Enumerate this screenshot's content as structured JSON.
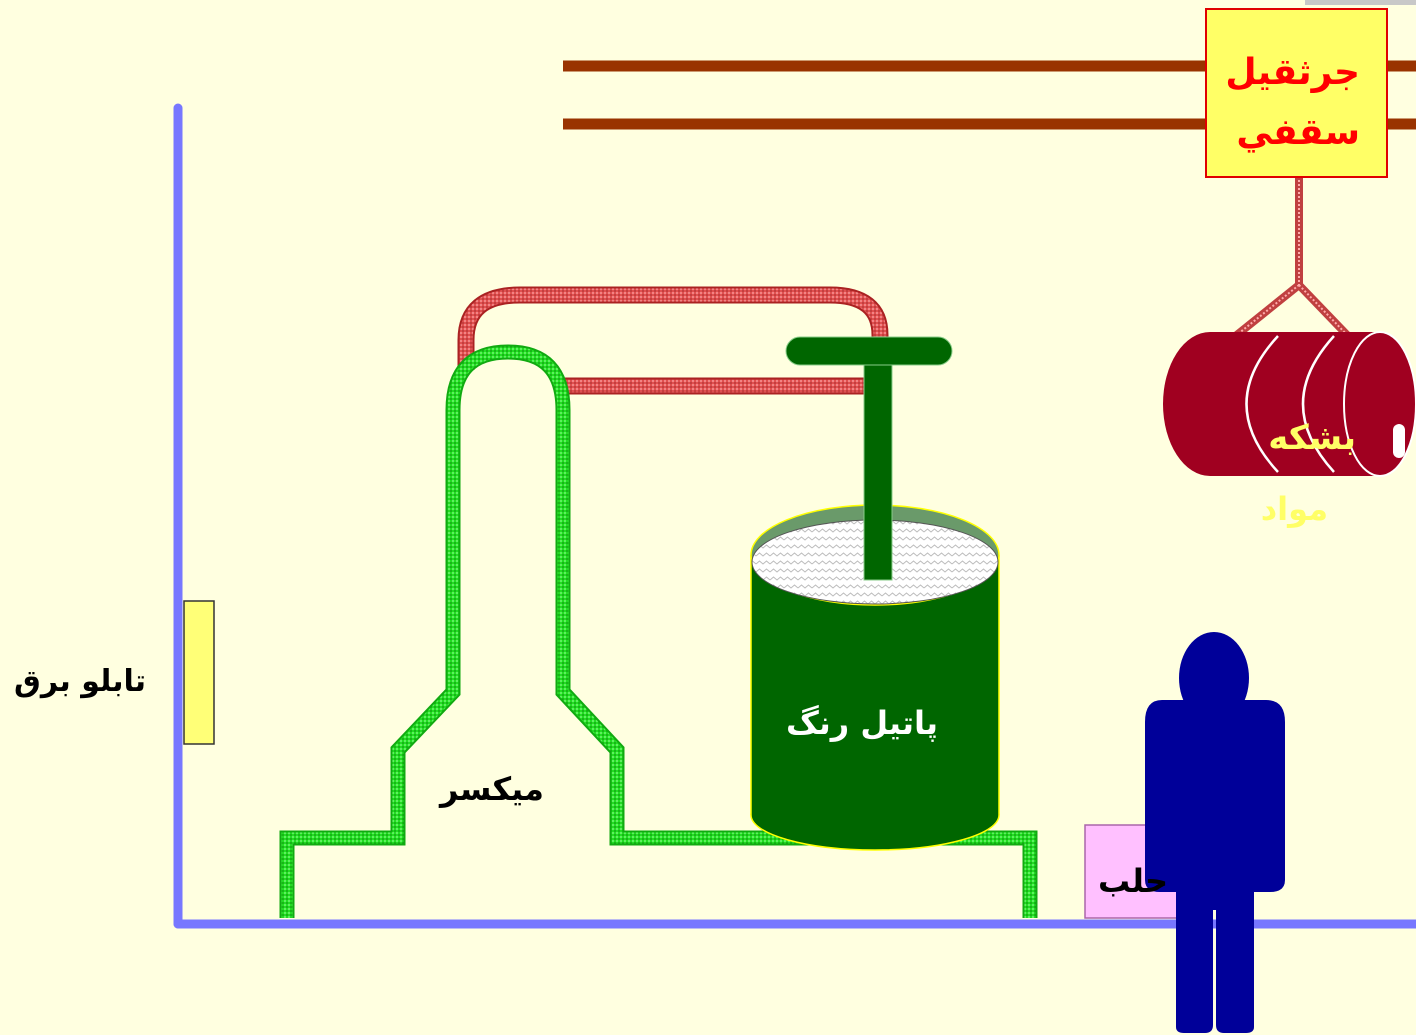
{
  "labels": {
    "crane_line1": "جرثقیل",
    "crane_line2": "سقفي",
    "barrel_line1": "بشکه",
    "barrel_line2": "مواد",
    "panel": "تابلو برق",
    "mixer": "میکسر",
    "tank": "پاتیل رنگ",
    "tin": "حلب"
  },
  "colors": {
    "background": "#FFFFE0",
    "wall": "#7777FF",
    "rail": "#993300",
    "pipe_green": "#22CC22",
    "pipe_red": "#E05050",
    "tank": "#006600",
    "barrel": "#A00020",
    "person": "#000099",
    "crane_box": "#FFFF66",
    "crane_text": "#FF0000",
    "barrel_text": "#FFFF66",
    "panel_box": "#FFFF77",
    "tin_box": "#FFC0FF"
  }
}
